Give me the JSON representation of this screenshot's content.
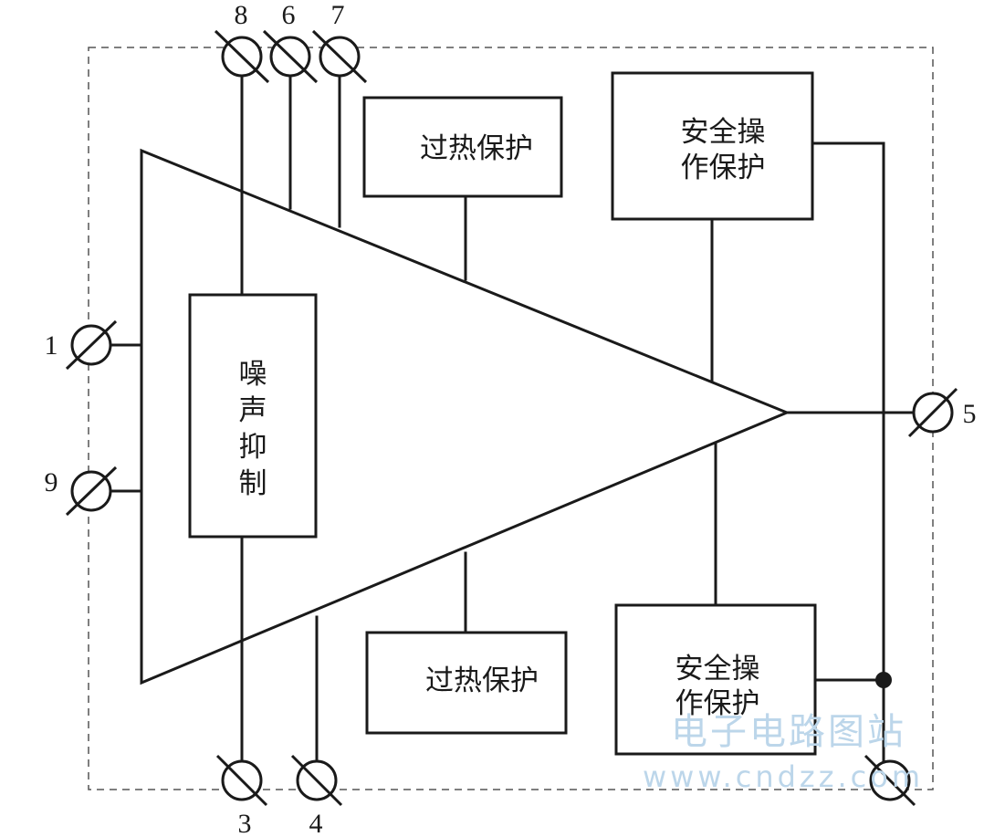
{
  "blocks": {
    "noise_suppression": [
      "噪",
      "声",
      "抑",
      "制"
    ],
    "overheat_top": "过热保护",
    "overheat_bottom": "过热保护",
    "soa_top": [
      "安全操",
      "作保护"
    ],
    "soa_bottom": [
      "安全操",
      "作保护"
    ]
  },
  "pins": {
    "p1": "1",
    "p9": "9",
    "p8": "8",
    "p6": "6",
    "p7": "7",
    "p3": "3",
    "p4": "4",
    "p5": "5"
  },
  "watermark": {
    "cn": "电子电路图站",
    "url": "www.cndzz.com"
  }
}
